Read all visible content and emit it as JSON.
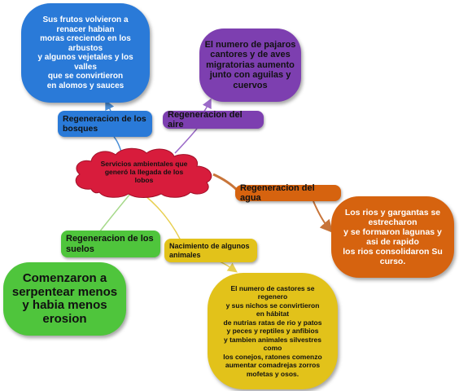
{
  "colors": {
    "blue": "#2a7ad8",
    "purple": "#7d3fb0",
    "orange": "#d6630f",
    "green": "#4fc53c",
    "yellow": "#e2c21a",
    "red": "#d81c3c",
    "blue_line": "#4a8fd8",
    "purple_line": "#9b6ac8",
    "orange_line": "#c8753a",
    "green_line": "#a6d98a",
    "yellow_line": "#e8cf50",
    "dark_text": "#111111",
    "light_text": "#ffffff"
  },
  "central": {
    "text": "Servicios ambientales que\ngeneró la llegada de los\nlobos"
  },
  "branches": {
    "bosques": {
      "label": "Regeneracion de los\nbosques",
      "detail": "Sus frutos volvieron a\nrenacer habian\nmoras creciendo en los\narbustos\ny algunos vejetales y los\nvalles\nque se convirtieron\nen alomos y sauces"
    },
    "aire": {
      "label": "Regeneracion del aire",
      "detail": "El numero de pajaros\ncantores y de aves\nmigratorias aumento\njunto con aguilas y\ncuervos"
    },
    "agua": {
      "label": "Regeneracion del agua",
      "detail": "Los rios y gargantas se\nestrecharon\ny se formaron lagunas y\nasi de rapido\nlos rios consolidaron Su\ncurso."
    },
    "suelos": {
      "label": "Regeneracion de los\nsuelos",
      "detail": "Comenzaron a\nserpentear menos\ny habia menos\nerosion"
    },
    "animales": {
      "label": "Nacimiento de algunos\nanimales",
      "detail": "El numero de castores se\nregenero\ny sus nichos se convirtieron\nen hábitat\nde nutrias ratas de rio y patos\ny peces y reptiles y anfibios\ny tambien animales silvestres\ncomo\nlos conejos, ratones comenzo\naumentar  comadrejas zorros\nmofetas y osos."
    }
  }
}
